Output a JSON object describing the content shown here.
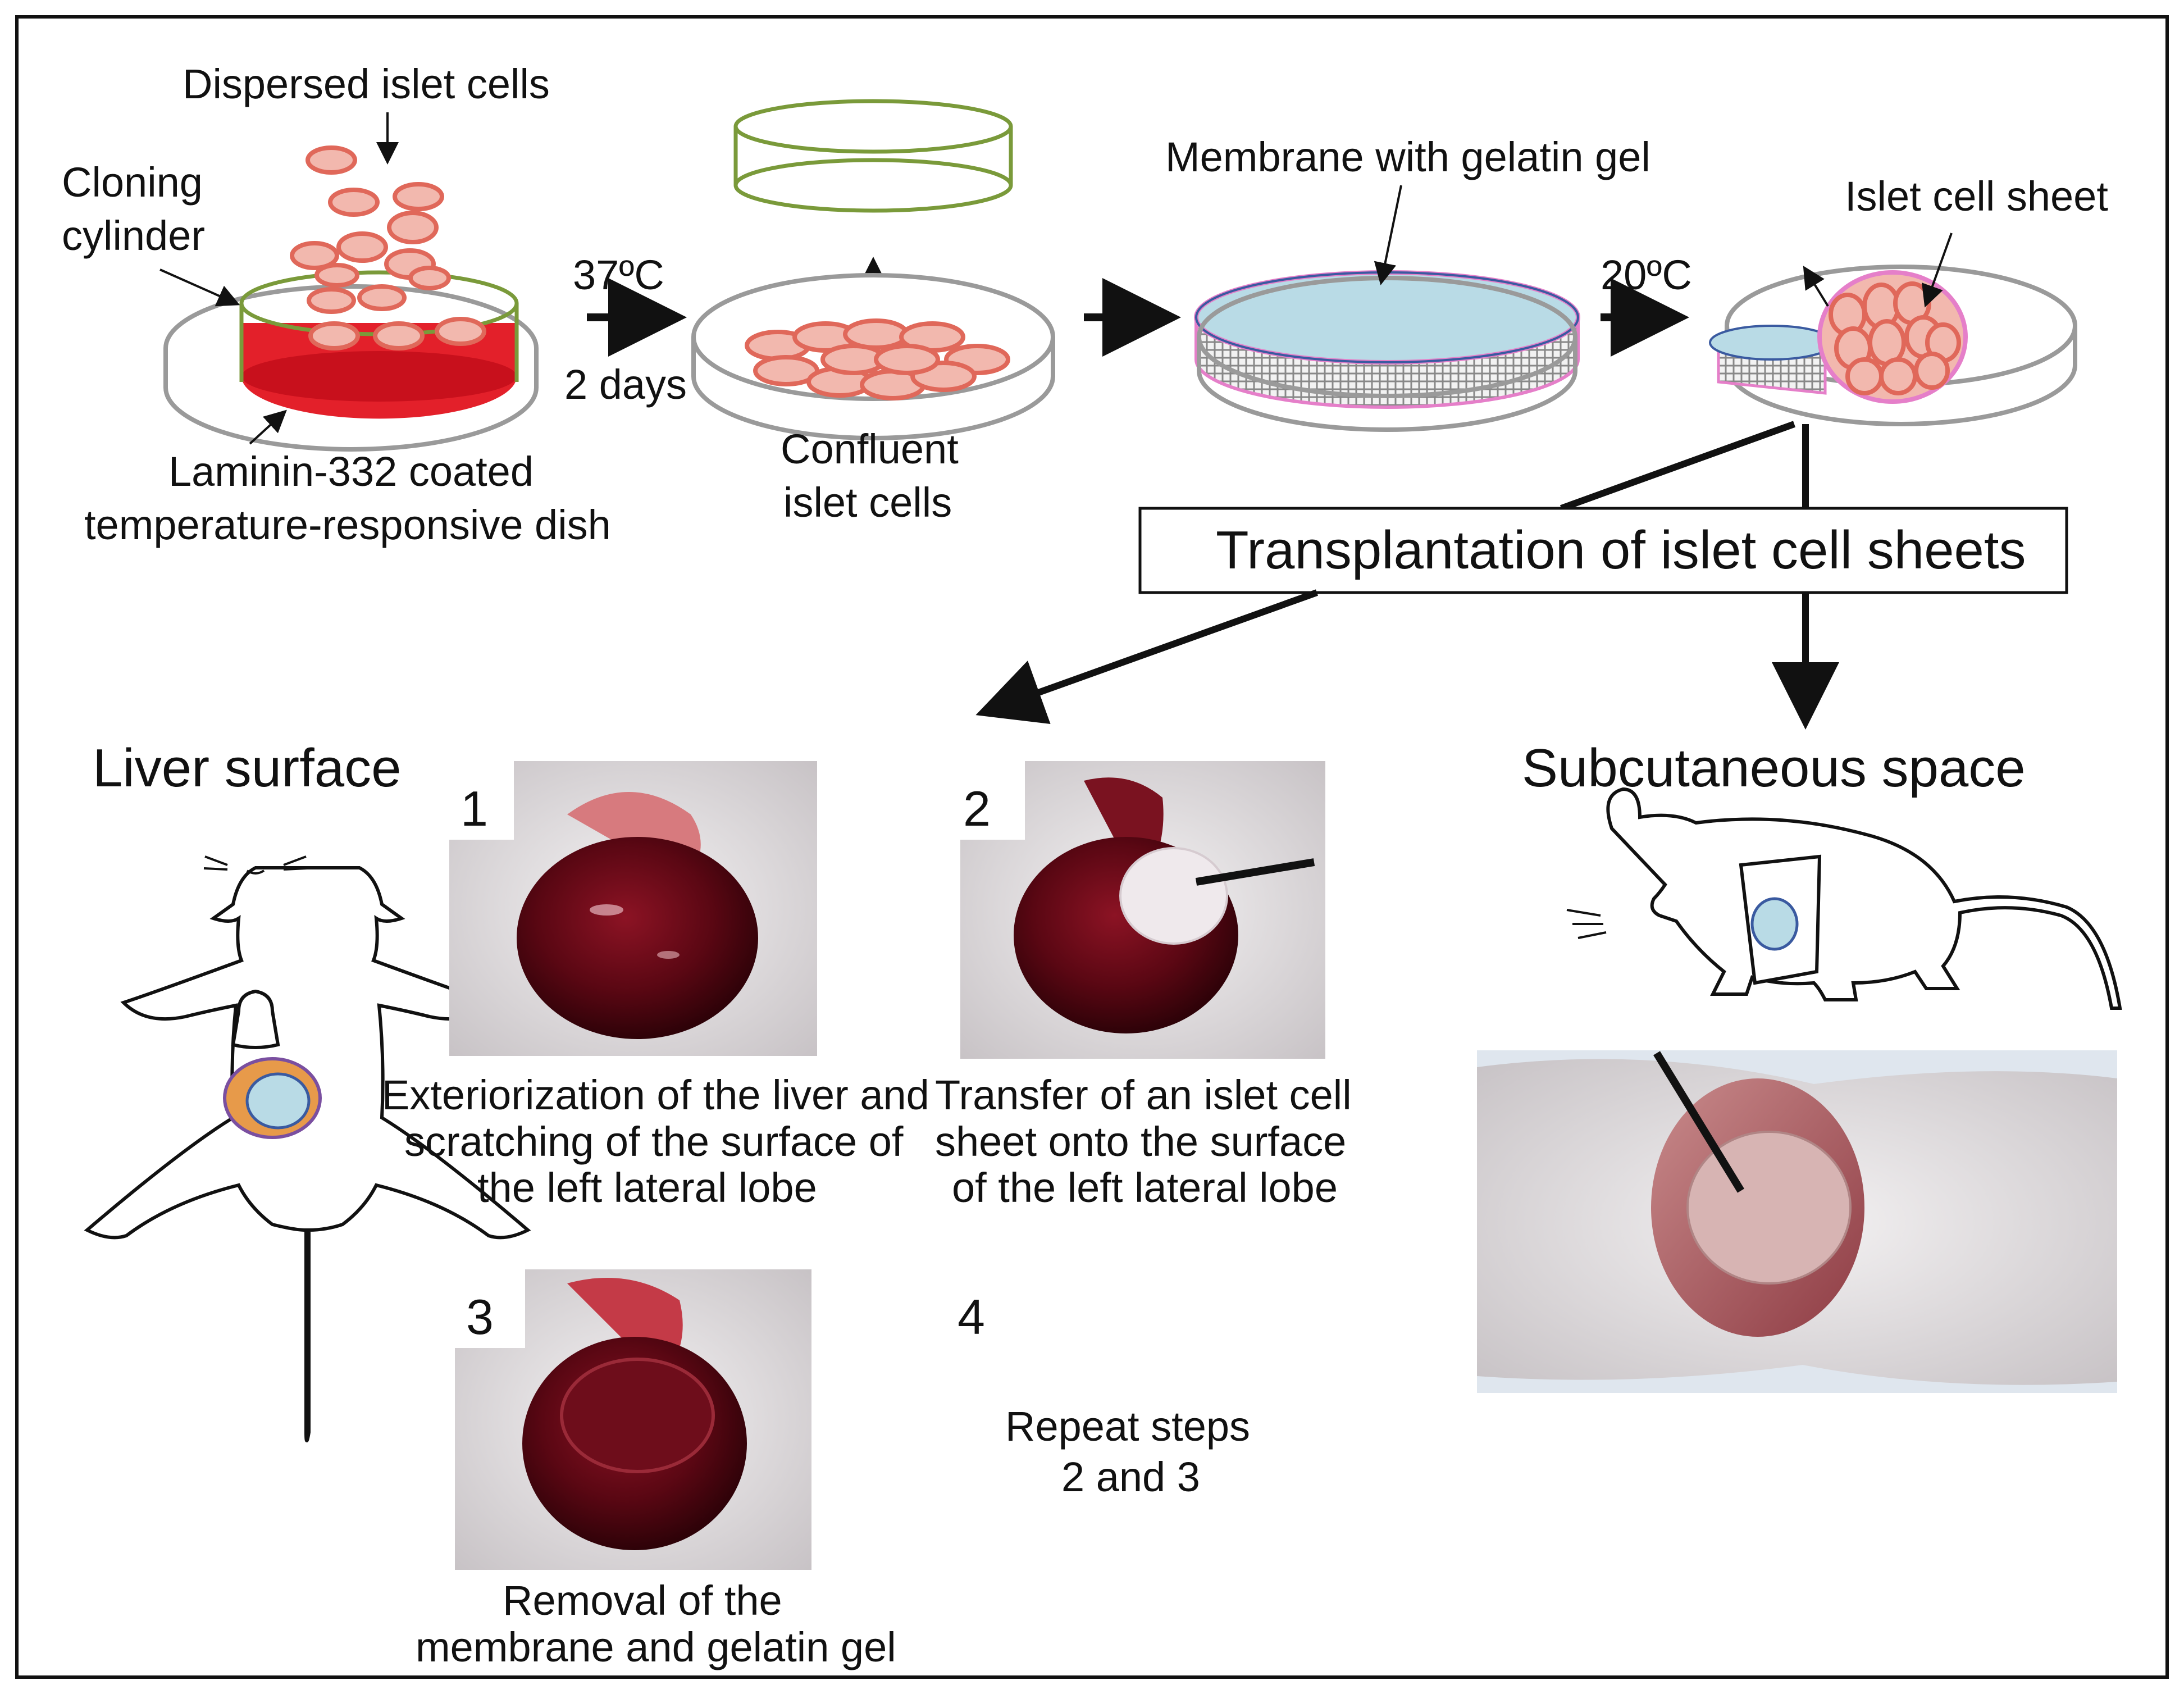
{
  "top": {
    "dispersed": "Dispersed islet cells",
    "cloning_1": "Cloning",
    "cloning_2": "cylinder",
    "dish_1": "Laminin-332 coated",
    "dish_2": "temperature-responsive dish",
    "temp_37": "37ºC",
    "days": "2 days",
    "confluent_1": "Confluent",
    "confluent_2": "islet cells",
    "membrane": "Membrane with gelatin gel",
    "temp_20": "20ºC",
    "sheet": "Islet cell sheet"
  },
  "transplant_box": "Transplantation of islet cell sheets",
  "liver": {
    "title": "Liver surface",
    "steps": [
      {
        "num": "1",
        "lines": [
          "Exteriorization of the liver and",
          "scratching of the surface of",
          "the left lateral lobe"
        ]
      },
      {
        "num": "2",
        "lines": [
          "Transfer of an islet cell",
          "sheet onto the surface",
          "of the left lateral lobe"
        ]
      },
      {
        "num": "3",
        "lines": [
          "Removal of the",
          "membrane and gelatin gel"
        ]
      },
      {
        "num": "4",
        "lines": [
          "Repeat steps",
          "2 and 3"
        ]
      }
    ]
  },
  "subcutaneous": {
    "title": "Subcutaneous  space"
  },
  "colors": {
    "cell_fill": "#f2b8ae",
    "cell_stroke": "#e0685a",
    "red_coating": "#e3202a",
    "cylinder_green": "#7a9a3a",
    "gel_blue": "#b9dbe6",
    "membrane_pink": "#e57fc9",
    "liver_dark": "#5e0a14",
    "fur": "#e9e6e8"
  }
}
